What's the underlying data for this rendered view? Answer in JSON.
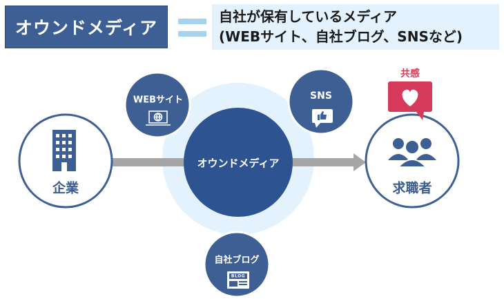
{
  "header": {
    "term": "オウンドメディア",
    "definition_line1": "自社が保有しているメディア",
    "definition_line2": "(WEBサイト、自社ブログ、SNSなど)"
  },
  "nodes": {
    "company": "企業",
    "center": "オウンドメディア",
    "web": "WEBサイト",
    "sns": "SNS",
    "blog": "自社ブログ",
    "jobseeker": "求職者",
    "empathy": "共感",
    "blog_badge": "BLOG"
  },
  "colors": {
    "navy": "#3d5f93",
    "light_blue": "#a8d3ef",
    "halo": "#e3f2fc",
    "arrow_gray": "#a6a6a6",
    "empathy_red": "#d63a5a"
  }
}
